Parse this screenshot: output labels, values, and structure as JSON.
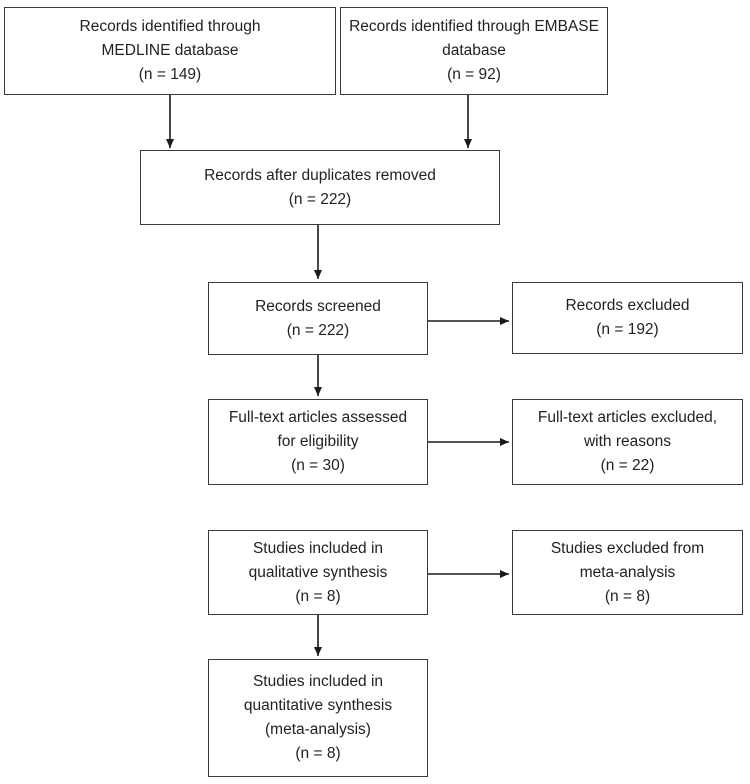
{
  "boxes": {
    "medline": {
      "lines": [
        "Records identified through",
        "MEDLINE database",
        "(n = 149)"
      ]
    },
    "embase": {
      "lines": [
        "Records identified through EMBASE",
        "database",
        "(n = 92)"
      ]
    },
    "duplicates_removed": {
      "lines": [
        "Records after duplicates removed",
        "(n = 222)"
      ]
    },
    "screened": {
      "lines": [
        "Records screened",
        "(n = 222)"
      ]
    },
    "excluded": {
      "lines": [
        "Records excluded",
        "(n = 192)"
      ]
    },
    "fulltext_assessed": {
      "lines": [
        "Full-text articles assessed",
        "for eligibility",
        "(n = 30)"
      ]
    },
    "fulltext_excluded": {
      "lines": [
        "Full-text articles excluded,",
        "with reasons",
        "(n = 22)"
      ]
    },
    "qualitative": {
      "lines": [
        "Studies included in",
        "qualitative synthesis",
        "(n = 8)"
      ]
    },
    "excluded_meta": {
      "lines": [
        "Studies excluded from",
        "meta-analysis",
        "(n = 8)"
      ]
    },
    "quantitative": {
      "lines": [
        "Studies included in",
        "quantitative synthesis",
        "(meta-analysis)",
        "(n = 8)"
      ]
    }
  }
}
